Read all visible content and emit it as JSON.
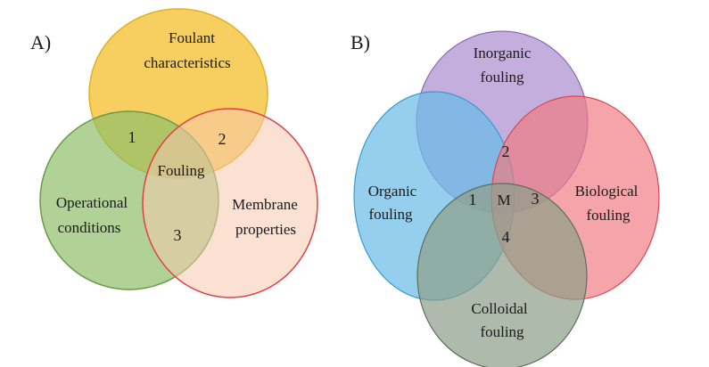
{
  "panel_a": {
    "panel_label": "A)",
    "circles": {
      "foulant": {
        "line1": "Foulant",
        "line2": "characteristics",
        "fill": "#f5c33a",
        "stroke": "#e0b020"
      },
      "operational": {
        "line1": "Operational",
        "line2": "conditions",
        "fill": "#8fbf6a",
        "stroke": "#6a9a4a"
      },
      "membrane": {
        "line1": "Membrane",
        "line2": "properties",
        "fill": "#f7c9ad",
        "stroke": "#e0404a"
      }
    },
    "regions": {
      "r1": "1",
      "r2": "2",
      "r3": "3",
      "center": "Fouling"
    }
  },
  "panel_b": {
    "panel_label": "B)",
    "circles": {
      "inorganic": {
        "line1": "Inorganic",
        "line2": "fouling",
        "fill": "#b49ad6",
        "stroke": "#8a6ab8"
      },
      "organic": {
        "line1": "Organic",
        "line2": "fouling",
        "fill": "#6cbde6",
        "stroke": "#3a9ad0"
      },
      "biological": {
        "line1": "Biological",
        "line2": "fouling",
        "fill": "#f07a80",
        "stroke": "#d84850"
      },
      "colloidal": {
        "line1": "Colloidal",
        "line2": "fouling",
        "fill": "#8fa08a",
        "stroke": "#5e6e5a"
      }
    },
    "regions": {
      "r1": "1",
      "r2": "2",
      "r3": "3",
      "r4": "4",
      "center": "M"
    }
  }
}
